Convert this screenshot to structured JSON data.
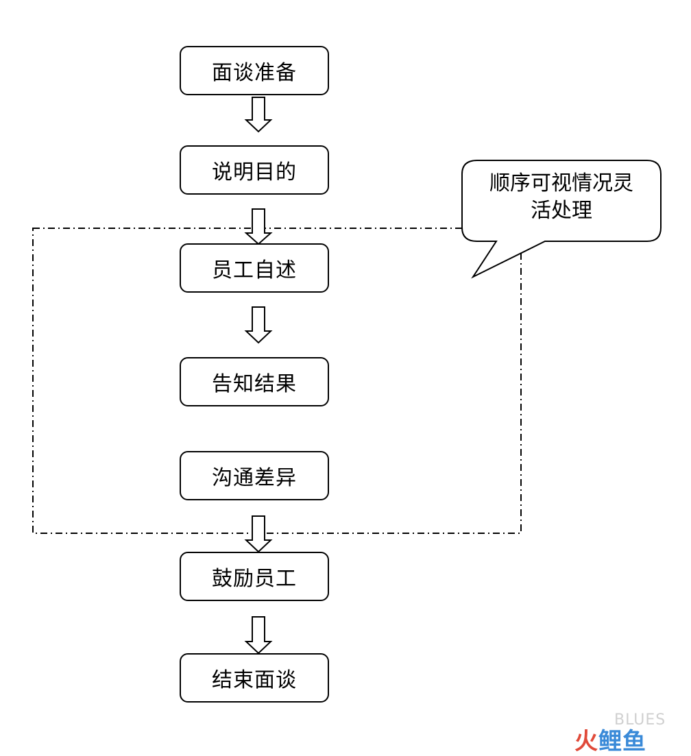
{
  "steps": [
    "面谈准备",
    "说明目的",
    "员工自述",
    "告知结果",
    "沟通差异",
    "鼓励员工",
    "结束面谈"
  ],
  "callout": {
    "line1": "顺序可视情况灵",
    "line2": "活处理"
  },
  "watermark": {
    "text": "BLUES",
    "logo_char1": "火",
    "logo_rest": "鲤鱼"
  }
}
